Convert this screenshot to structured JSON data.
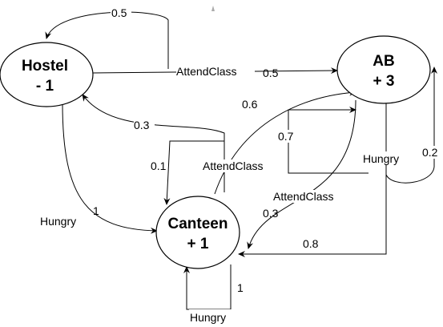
{
  "states": {
    "hostel": {
      "line1": "Hostel",
      "line2": "- 1"
    },
    "ab": {
      "line1": "AB",
      "line2": "+ 3"
    },
    "canteen": {
      "line1": "Canteen",
      "line2": "+ 1"
    }
  },
  "transitions": {
    "hostel_self_prob": "0.5",
    "hostel_to_ab_action": "AttendClass",
    "hostel_to_ab_prob": "0.5",
    "hostel_to_canteen_action": "Hungry",
    "hostel_to_canteen_prob": "1",
    "canteen_to_ab_prob": "0.6",
    "canteen_to_ab_action": "AttendClass",
    "canteen_to_hostel_prob": "0.3",
    "canteen_self_prob_attend": "0.1",
    "canteen_self_action_hungry": "Hungry",
    "canteen_self_prob_hungry": "1",
    "ab_self_prob_attend": "0.7",
    "ab_to_canteen_action": "AttendClass",
    "ab_to_canteen_prob": "0.3",
    "ab_hungry_action": "Hungry",
    "ab_self_prob_hungry": "0.2",
    "ab_to_canteen_prob_hungry": "0.8"
  },
  "colors": {
    "stroke": "#000000",
    "fill": "#ffffff"
  }
}
